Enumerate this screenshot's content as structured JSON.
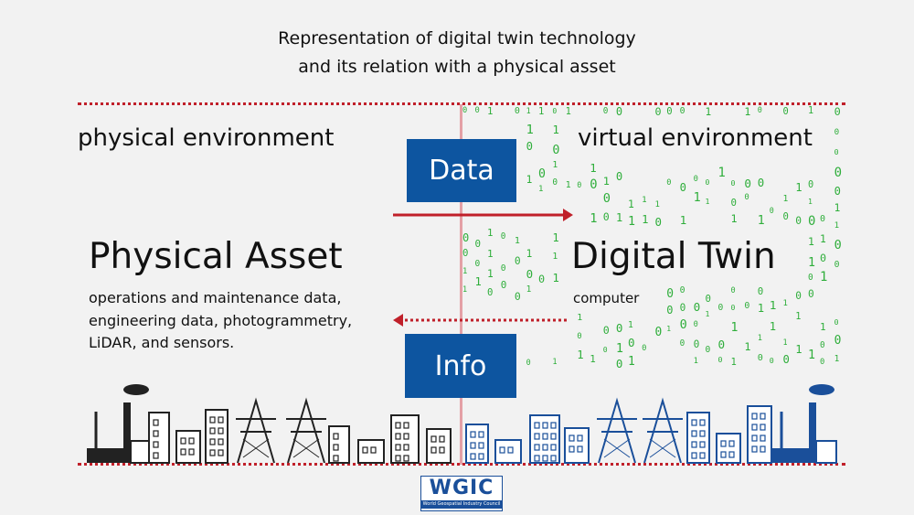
{
  "title": {
    "line1": "Representation of digital twin technology",
    "line2": "and its relation with a physical asset"
  },
  "physical": {
    "env_label": "physical environment",
    "heading": "Physical Asset",
    "description": [
      "operations and maintenance data,",
      "engineering data, photogrammetry,",
      "LiDAR, and sensors."
    ]
  },
  "virtual": {
    "env_label": "virtual environment",
    "heading": "Digital Twin",
    "sublabel": "computer"
  },
  "flows": {
    "data_label": "Data",
    "info_label": "Info"
  },
  "logo": {
    "text": "WGIC",
    "subtitle": "World Geospatial Industry Council"
  },
  "colors": {
    "accent_red": "#c0202a",
    "box_blue": "#0d55a0",
    "binary_green": "#2fae3b",
    "city_blue": "#1a4f9a"
  }
}
